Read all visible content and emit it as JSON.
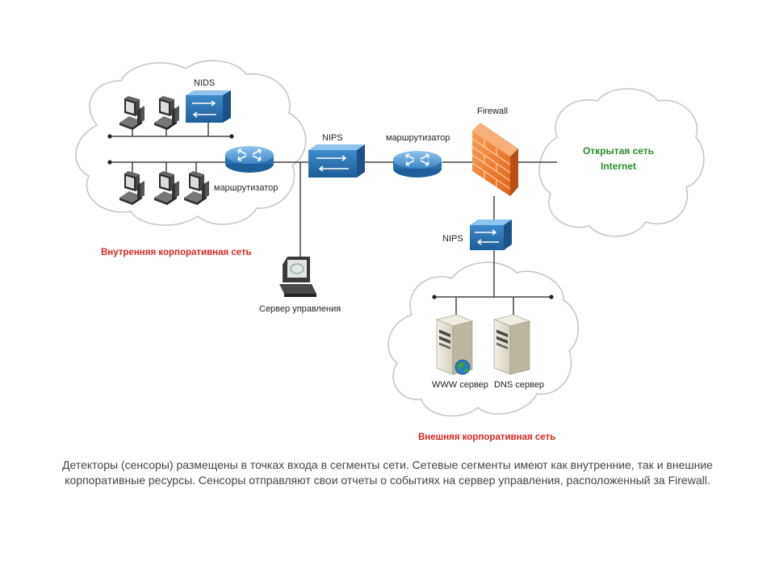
{
  "labels": {
    "nids": "NIDS",
    "router_inner": "маршрутизатор",
    "nips_top": "NIPS",
    "router_mid": "маршрутизатор",
    "firewall": "Firewall",
    "internet_line1": "Открытая сеть",
    "internet_line2": "Internet",
    "inner_network": "Внутренняя корпоративная сеть",
    "mgmt_server": "Сервер управления",
    "nips_dmz": "NIPS",
    "www_server": "WWW сервер",
    "dns_server": "DNS сервер",
    "outer_network": "Внешняя корпоративная сеть"
  },
  "caption": "Детекторы (сенсоры) размещены в точках входа в сегменты сети. Сетевые сегменты имеют как внутренние, так и внешние корпоративные ресурсы. Сенсоры отправляют свои отчеты о событиях на сервер управления, расположенный за Firewall.",
  "colors": {
    "cloud_stroke": "#c7c7c7",
    "device_blue": "#2e78b8",
    "firewall_orange": "#f0741c",
    "label_red": "#d8281e",
    "label_green": "#2c8a2e"
  }
}
